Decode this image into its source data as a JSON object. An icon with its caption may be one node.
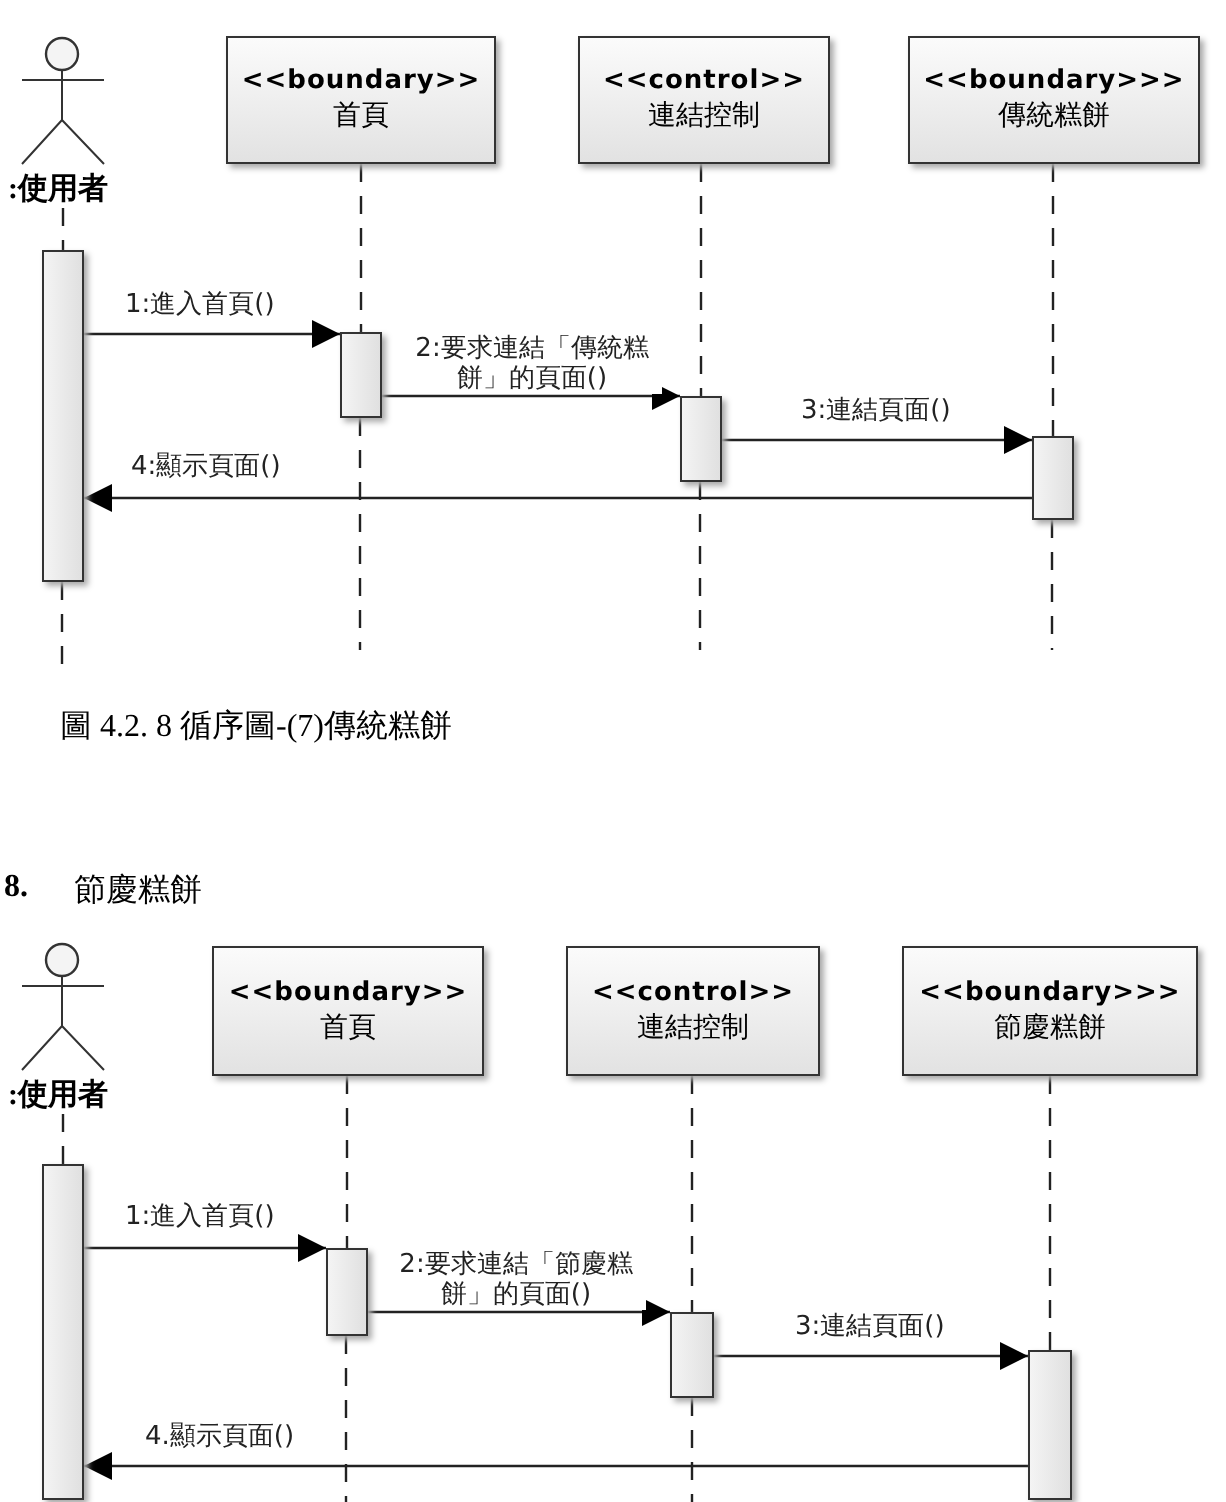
{
  "diagram": {
    "nodes": [
      {
        "text": [
          ":使用者"
        ]
      },
      {
        "text": [
          "<<boundary>>",
          "首頁"
        ]
      },
      {
        "text": [
          "<<control>>",
          "連結控制"
        ]
      },
      {
        "text": [
          "<<boundary>>>",
          "傳統糕餅"
        ]
      },
      {
        "text": [],
        "shape": "bar"
      },
      {
        "text": [],
        "shape": "bar"
      },
      {
        "text": [],
        "shape": "bar"
      },
      {
        "text": [],
        "shape": "bar"
      },
      {
        "text": [
          ":使用者"
        ]
      },
      {
        "text": [
          "<<boundary>>",
          "首頁"
        ]
      },
      {
        "text": [
          "<<control>>",
          "連結控制"
        ]
      },
      {
        "text": [
          "<<boundary>>>",
          "節慶糕餅"
        ]
      },
      {
        "text": [],
        "shape": "bar"
      },
      {
        "text": [],
        "shape": "bar"
      },
      {
        "text": [],
        "shape": "bar"
      },
      {
        "text": [],
        "shape": "bar"
      }
    ],
    "edges": [
      {
        "from": 0,
        "to": 4,
        "arrow": "none",
        "style": "dashed"
      },
      {
        "from": 1,
        "to": 5,
        "arrow": "none",
        "style": "dashed"
      },
      {
        "from": 2,
        "to": 6,
        "arrow": "none",
        "style": "dashed"
      },
      {
        "from": 3,
        "to": 7,
        "arrow": "none",
        "style": "dashed"
      },
      {
        "from": 4,
        "to": 5,
        "arrow": "to",
        "label": "1:進入首頁()"
      },
      {
        "from": 5,
        "to": 6,
        "arrow": "to",
        "label": "2:要求連結「傳統糕餅」的頁面()"
      },
      {
        "from": 6,
        "to": 7,
        "arrow": "to",
        "label": "3:連結頁面()"
      },
      {
        "from": 7,
        "to": 4,
        "arrow": "to",
        "label": "4:顯示頁面()"
      },
      {
        "from": 8,
        "to": 12,
        "arrow": "none",
        "style": "dashed"
      },
      {
        "from": 9,
        "to": 13,
        "arrow": "none",
        "style": "dashed"
      },
      {
        "from": 10,
        "to": 14,
        "arrow": "none",
        "style": "dashed"
      },
      {
        "from": 11,
        "to": 15,
        "arrow": "none",
        "style": "dashed"
      },
      {
        "from": 12,
        "to": 13,
        "arrow": "to",
        "label": "1:進入首頁()"
      },
      {
        "from": 13,
        "to": 14,
        "arrow": "to",
        "label": "2:要求連結「節慶糕餅」的頁面()"
      },
      {
        "from": 14,
        "to": 15,
        "arrow": "to",
        "label": "3:連結頁面()"
      },
      {
        "from": 15,
        "to": 12,
        "arrow": "to",
        "label": "4.顯示頁面()"
      }
    ],
    "labels": [
      "圖 4.2. 8 循序圖-(7)傳統糕餅",
      "8.",
      "節慶糕餅"
    ]
  }
}
